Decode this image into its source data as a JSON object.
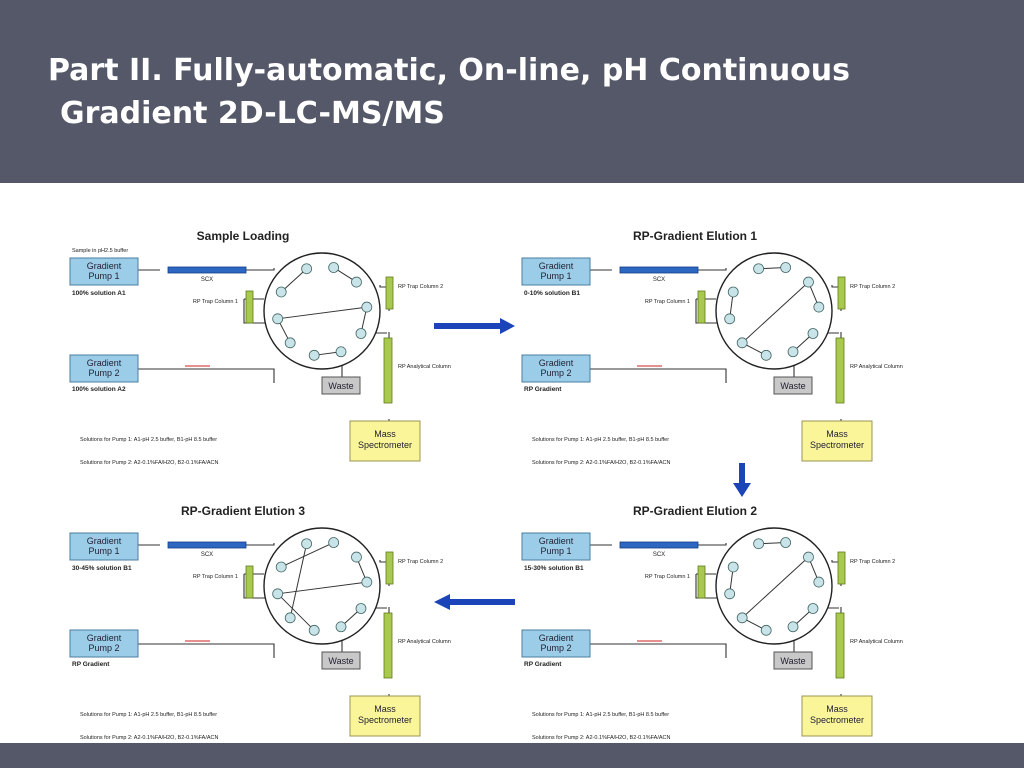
{
  "slide": {
    "title_line1": "Part II. Fully-automatic, On-line, pH Continuous",
    "title_line2": "Gradient 2D-LC-MS/MS"
  },
  "colors": {
    "header_bg": "#555868",
    "pump_box": "#9ccde8",
    "scx_column": "#2d67c2",
    "rp_column": "#a9c94d",
    "mass_spec_box": "#fbf59a",
    "waste_box": "#c8c8c8",
    "arrow": "#1b44b8"
  },
  "panels": [
    {
      "title": "Sample Loading",
      "top_note": "Sample in pH2.5 buffer",
      "pump1_line1": "Gradient",
      "pump1_line2": "Pump 1",
      "pump1_note": "100% solution A1",
      "pump2_line1": "Gradient",
      "pump2_line2": "Pump 2",
      "pump2_note": "100% solution A2",
      "scx_label": "SCX",
      "trap1_label": "RP Trap Column 1",
      "trap2_label": "RP Trap Column 2",
      "analytical_label": "RP Analytical Column",
      "waste_label": "Waste",
      "ms_line1": "Mass",
      "ms_line2": "Spectrometer",
      "solutions1": "Solutions for Pump 1: A1-pH 2.5 buffer, B1-pH 8.5 buffer",
      "solutions2": "Solutions for Pump 2: A2-0.1%FA/H2O, B2-0.1%FA/ACN"
    },
    {
      "title": "RP-Gradient Elution 1",
      "top_note": "",
      "pump1_line1": "Gradient",
      "pump1_line2": "Pump 1",
      "pump1_note": "0-10% solution B1",
      "pump2_line1": "Gradient",
      "pump2_line2": "Pump 2",
      "pump2_note": "RP Gradient",
      "scx_label": "SCX",
      "trap1_label": "RP Trap Column 1",
      "trap2_label": "RP Trap Column 2",
      "analytical_label": "RP Analytical Column",
      "waste_label": "Waste",
      "ms_line1": "Mass",
      "ms_line2": "Spectrometer",
      "solutions1": "Solutions for Pump 1: A1-pH 2.5 buffer, B1-pH 8.5 buffer",
      "solutions2": "Solutions for Pump 2: A2-0.1%FA/H2O, B2-0.1%FA/ACN"
    },
    {
      "title": "RP-Gradient Elution 3",
      "top_note": "",
      "pump1_line1": "Gradient",
      "pump1_line2": "Pump 1",
      "pump1_note": "30-45% solution B1",
      "pump2_line1": "Gradient",
      "pump2_line2": "Pump 2",
      "pump2_note": "RP Gradient",
      "scx_label": "SCX",
      "trap1_label": "RP Trap Column 1",
      "trap2_label": "RP Trap Column 2",
      "analytical_label": "RP Analytical Column",
      "waste_label": "Waste",
      "ms_line1": "Mass",
      "ms_line2": "Spectrometer",
      "solutions1": "Solutions for Pump 1: A1-pH 2.5 buffer, B1-pH 8.5 buffer",
      "solutions2": "Solutions for Pump 2: A2-0.1%FA/H2O, B2-0.1%FA/ACN"
    },
    {
      "title": "RP-Gradient Elution 2",
      "top_note": "",
      "pump1_line1": "Gradient",
      "pump1_line2": "Pump 1",
      "pump1_note": "15-30% solution B1",
      "pump2_line1": "Gradient",
      "pump2_line2": "Pump 2",
      "pump2_note": "RP Gradient",
      "scx_label": "SCX",
      "trap1_label": "RP Trap Column 1",
      "trap2_label": "RP Trap Column 2",
      "analytical_label": "RP Analytical Column",
      "waste_label": "Waste",
      "ms_line1": "Mass",
      "ms_line2": "Spectrometer",
      "solutions1": "Solutions for Pump 1: A1-pH 2.5 buffer, B1-pH 8.5 buffer",
      "solutions2": "Solutions for Pump 2: A2-0.1%FA/H2O, B2-0.1%FA/ACN"
    }
  ],
  "flow_arrows": [
    "right",
    "down",
    "left"
  ]
}
